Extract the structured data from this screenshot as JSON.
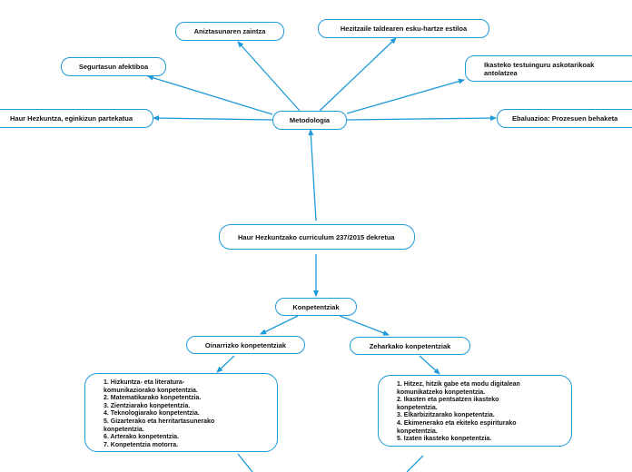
{
  "colors": {
    "link": "#1e9ad8",
    "border": "#1e9ad8",
    "text": "#111111"
  },
  "nodes": {
    "metodologia": "Metodologia",
    "aniztasuna": "Aniztasunaren zaintza",
    "hezitzaile": "Hezitzaile taldearen esku-hartze estiloa",
    "segurtasun": "Segurtasun afektiboa",
    "ikasteko_testuinguru": "Ikasteko testuinguru askotarikoak antolatzea",
    "haur_hezkuntza_eginkizun": "Haur Hezkuntza, eginkizun partekatua",
    "ebaluazioa": "Ebaluazioa: Prozesuen behaketa",
    "curriculum": "Haur Hezkuntzako curriculum 237/2015 dekretua",
    "konpetentziak": "Konpetentziak",
    "oinarrizko": "Oinarrizko konpetentziak",
    "zeharkako": "Zeharkako konpetentziak"
  },
  "oinarrizko_list": [
    "1. Hizkuntza- eta literatura-",
    "komunikaziorako konpetentzia.",
    "2.  Matematikarako konpetentzia.",
    "3.  Zientziarako konpetentzia.",
    "4.   Teknologiarako konpetentzia.",
    "5.  Gizarterako eta herritartasunerako",
    "konpetentzia.",
    "6.  Arterako konpetentzia.",
    "7. Konpetentzia motorra."
  ],
  "zeharkako_list": [
    "1. Hitzez, hitzik gabe eta modu digitalean",
    "komunikatzeko konpetentzia.",
    "2.  Ikasten eta pentsatzen ikasteko",
    "konpetentzia.",
    "3.  Elkarbizitzarako konpetentzia.",
    "4.  Ekimenerako eta ekiteko espiriturako",
    "konpetentzia.",
    "5. Izaten ikasteko konpetentzia."
  ]
}
